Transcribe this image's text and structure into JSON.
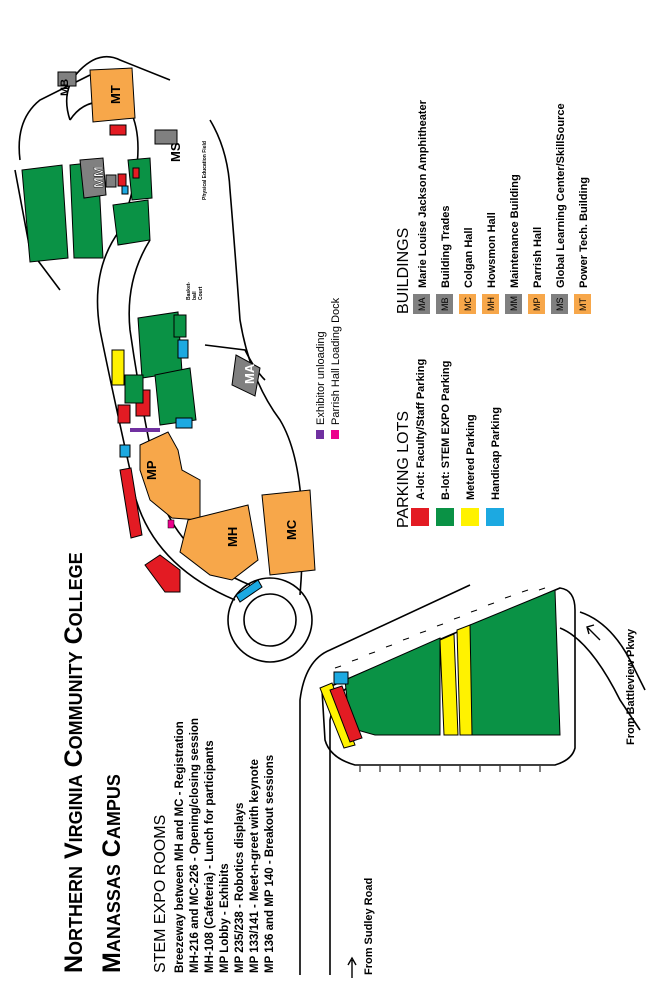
{
  "title": {
    "line1": "Northern Virginia Community College",
    "line2": "Manassas Campus"
  },
  "stem_rooms": {
    "heading": "STEM EXPO ROOMS",
    "items": [
      "Breezeway between MH and MC - Registration",
      "MH-216 and MC-226 - Opening/closing session",
      "MH-108 (Cafeteria) - Lunch for participants",
      "MP Lobby - Exhibits",
      "MP 235/238 - Robotics displays",
      "MP 133/141 - Meet-n-greet with keynote",
      "MP 136 and MP 140 - Breakout sessions"
    ]
  },
  "parking": {
    "heading": "PARKING LOTS",
    "items": [
      {
        "label": "A-lot: Faculty/Staff Parking",
        "color": "#e31b23"
      },
      {
        "label": "B-lot: STEM EXPO Parking",
        "color": "#0a9245"
      },
      {
        "label": "Metered Parking",
        "color": "#fff200"
      },
      {
        "label": "Handicap Parking",
        "color": "#1ca9e1"
      }
    ]
  },
  "buildings": {
    "heading": "BUILDINGS",
    "items": [
      {
        "code": "MA",
        "name": "Marie Louise Jackson Amphitheater",
        "color": "#808080"
      },
      {
        "code": "MB",
        "name": "Building Trades",
        "color": "#808080"
      },
      {
        "code": "MC",
        "name": "Colgan Hall",
        "color": "#f7a74a"
      },
      {
        "code": "MH",
        "name": "Howsmon Hall",
        "color": "#f7a74a"
      },
      {
        "code": "MM",
        "name": "Maintenance Building",
        "color": "#808080"
      },
      {
        "code": "MP",
        "name": "Parrish Hall",
        "color": "#f7a74a"
      },
      {
        "code": "MS",
        "name": "Global Learning Center/SkillSource",
        "color": "#808080"
      },
      {
        "code": "MT",
        "name": "Power Tech. Building",
        "color": "#f7a74a"
      }
    ]
  },
  "loading": {
    "items": [
      {
        "label": "Exhibitor unloading",
        "color": "#7030a0"
      },
      {
        "label": "Parrish Hall Loading Dock",
        "color": "#ec008c"
      }
    ]
  },
  "map_labels": {
    "mp": "MP",
    "mh": "MH",
    "mc": "MC",
    "ma": "MA",
    "mm": "MM",
    "ms": "MS",
    "mt": "MT",
    "mb": "MB",
    "basketball": "Basket-\nball\nCourt",
    "physical_ed": "Physical Education Field",
    "from_sudley": "From Sudley Road",
    "from_battleview": "From Battleview Pkwy"
  },
  "colors": {
    "orange": "#f7a74a",
    "gray": "#808080",
    "green": "#0a9245",
    "red": "#e31b23",
    "yellow": "#fff200",
    "blue": "#1ca9e1",
    "purple": "#7030a0",
    "magenta": "#ec008c"
  }
}
